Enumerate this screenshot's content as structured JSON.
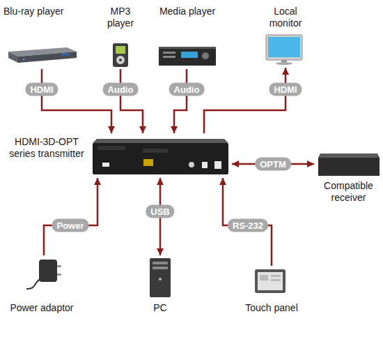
{
  "diagram": {
    "nodes": [
      {
        "text": [
          "Blu-ray player"
        ]
      },
      {
        "text": [
          "MP3 player"
        ]
      },
      {
        "text": [
          "Media player"
        ]
      },
      {
        "text": [
          "Local monitor"
        ]
      },
      {
        "text": [
          "HDMI-3D-OPT series transmitter"
        ]
      },
      {
        "text": [
          "Compatible receiver"
        ]
      },
      {
        "text": [
          "Power adaptor"
        ]
      },
      {
        "text": [
          "PC"
        ]
      },
      {
        "text": [
          "Touch panel"
        ]
      }
    ],
    "edges": [
      {
        "from": 0,
        "to": 4,
        "label": "HDMI",
        "arrow": "to"
      },
      {
        "from": 1,
        "to": 4,
        "label": "Audio",
        "arrow": "to"
      },
      {
        "from": 2,
        "to": 4,
        "label": "Audio",
        "arrow": "to"
      },
      {
        "from": 4,
        "to": 3,
        "label": "HDMI",
        "arrow": "to"
      },
      {
        "from": 4,
        "to": 5,
        "label": "OPTM",
        "arrow": "both"
      },
      {
        "from": 6,
        "to": 4,
        "label": "Power",
        "arrow": "to"
      },
      {
        "from": 7,
        "to": 4,
        "label": "USB",
        "arrow": "both"
      },
      {
        "from": 8,
        "to": 4,
        "label": "RS-232",
        "arrow": "to"
      }
    ]
  }
}
